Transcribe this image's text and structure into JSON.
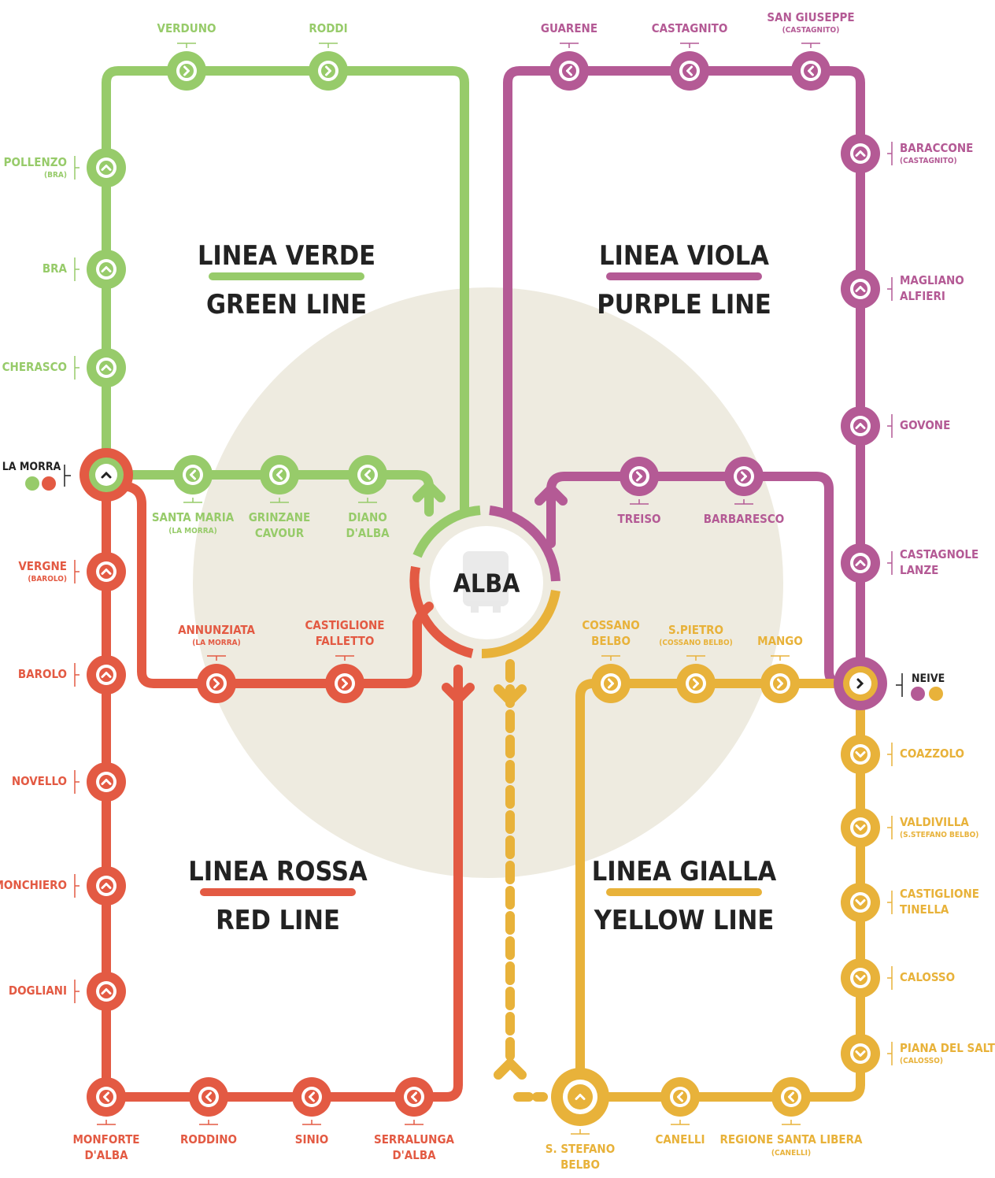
{
  "hub": {
    "name": "ALBA",
    "icon": "bus-icon"
  },
  "colors": {
    "green": "#97cb6a",
    "purple": "#b45a95",
    "red": "#e35a43",
    "yellow": "#e8b23a",
    "hub_circle": "#eeebe0",
    "text_dark": "#222222"
  },
  "lines": {
    "green": {
      "title": "LINEA VERDE",
      "subtitle": "GREEN LINE"
    },
    "purple": {
      "title": "LINEA VIOLA",
      "subtitle": "PURPLE LINE"
    },
    "red": {
      "title": "LINEA ROSSA",
      "subtitle": "RED LINE"
    },
    "yellow": {
      "title": "LINEA GIALLA",
      "subtitle": "YELLOW LINE"
    }
  },
  "interchanges": {
    "la_morra": {
      "name": "LA MORRA",
      "lines": [
        "green",
        "red"
      ]
    },
    "neive": {
      "name": "NEIVE",
      "lines": [
        "purple",
        "yellow"
      ]
    }
  },
  "stations": {
    "verduno": {
      "name": "VERDUNO"
    },
    "roddi": {
      "name": "RODDI"
    },
    "pollenzo": {
      "name": "POLLENZO",
      "sub": "(BRA)"
    },
    "bra": {
      "name": "BRA"
    },
    "cherasco": {
      "name": "CHERASCO"
    },
    "santa_maria": {
      "name": "SANTA MARIA",
      "sub": "(LA MORRA)"
    },
    "grinzane": {
      "name": "GRINZANE",
      "name2": "CAVOUR"
    },
    "diano": {
      "name": "DIANO",
      "name2": "D'ALBA"
    },
    "guarene": {
      "name": "GUARENE"
    },
    "castagnito": {
      "name": "CASTAGNITO"
    },
    "san_giuseppe": {
      "name": "SAN GIUSEPPE",
      "sub": "(CASTAGNITO)"
    },
    "baraccone": {
      "name": "BARACCONE",
      "sub": "(CASTAGNITO)"
    },
    "magliano": {
      "name": "MAGLIANO",
      "name2": "ALFIERI"
    },
    "govone": {
      "name": "GOVONE"
    },
    "castagnole": {
      "name": "CASTAGNOLE",
      "name2": "LANZE"
    },
    "treiso": {
      "name": "TREISO"
    },
    "barbaresco": {
      "name": "BARBARESCO"
    },
    "vergne": {
      "name": "VERGNE",
      "sub": "(BAROLO)"
    },
    "barolo": {
      "name": "BAROLO"
    },
    "novello": {
      "name": "NOVELLO"
    },
    "monchiero": {
      "name": "MONCHIERO"
    },
    "dogliani": {
      "name": "DOGLIANI"
    },
    "annunziata": {
      "name": "ANNUNZIATA",
      "sub": "(LA MORRA)"
    },
    "castiglione_falletto": {
      "name": "CASTIGLIONE",
      "name2": "FALLETTO"
    },
    "monforte": {
      "name": "MONFORTE",
      "name2": "D'ALBA"
    },
    "roddino": {
      "name": "RODDINO"
    },
    "sinio": {
      "name": "SINIO"
    },
    "serralunga": {
      "name": "SERRALUNGA",
      "name2": "D'ALBA"
    },
    "cossano": {
      "name": "COSSANO",
      "name2": "BELBO"
    },
    "s_pietro": {
      "name": "S.PIETRO",
      "sub": "(COSSANO BELBO)"
    },
    "mango": {
      "name": "MANGO"
    },
    "coazzolo": {
      "name": "COAZZOLO"
    },
    "valdivilla": {
      "name": "VALDIVILLA",
      "sub": "(S.STEFANO BELBO)"
    },
    "castiglione_tinella": {
      "name": "CASTIGLIONE",
      "name2": "TINELLA"
    },
    "calosso": {
      "name": "CALOSSO"
    },
    "piana": {
      "name": "PIANA DEL SALTO",
      "sub": "(CALOSSO)"
    },
    "s_stefano": {
      "name": "S. STEFANO",
      "name2": "BELBO"
    },
    "canelli": {
      "name": "CANELLI"
    },
    "regione": {
      "name": "REGIONE SANTA LIBERA",
      "sub": "(CANELLI)"
    }
  }
}
